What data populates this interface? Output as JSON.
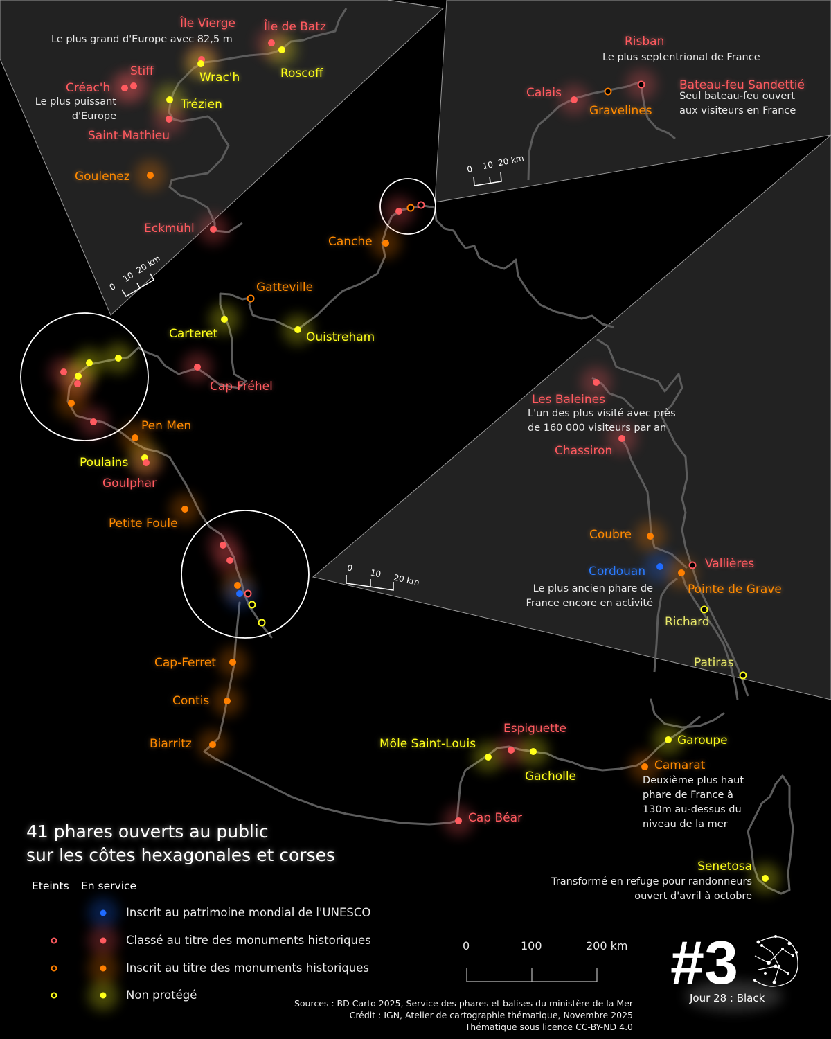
{
  "title": {
    "line1": "41 phares ouverts au public",
    "line2": "sur les côtes hexagonales et corses"
  },
  "colors": {
    "unesco": "#1f6bff",
    "classe": "#ff5a5f",
    "inscrit": "#ff8000",
    "non_protege": "#ffff1a",
    "inset_bg": "#222222",
    "coastline": "#5a5a5a"
  },
  "legend": {
    "col_off": "Eteints",
    "col_on": "En service",
    "items": [
      {
        "label": "Inscrit au patrimoine mondial de l'UNESCO",
        "key": "unesco",
        "has_off": false
      },
      {
        "label": "Classé au titre des monuments historiques",
        "key": "classe",
        "has_off": true
      },
      {
        "label": "Inscrit au titre des monuments historiques",
        "key": "inscrit",
        "has_off": true
      },
      {
        "label": "Non protégé",
        "key": "non_protege",
        "has_off": true
      }
    ]
  },
  "scale": {
    "ticks": [
      "0",
      "100",
      "200 km"
    ]
  },
  "inset_scale": {
    "ticks": [
      "0",
      "10",
      "20 km"
    ]
  },
  "lighthouses": {
    "brittany_inset": [
      {
        "name": "Île Vierge",
        "status": "classe",
        "active": true,
        "note": "Le plus grand d'Europe avec 82,5 m"
      },
      {
        "name": "Île de Batz",
        "status": "classe",
        "active": true
      },
      {
        "name": "Stiff",
        "status": "classe",
        "active": true
      },
      {
        "name": "Wrac'h",
        "status": "non_protege",
        "active": true
      },
      {
        "name": "Roscoff",
        "status": "non_protege",
        "active": true
      },
      {
        "name": "Créac'h",
        "status": "classe",
        "active": true,
        "note": "Le plus puissant d'Europe",
        "note_lines": [
          "Le plus puissant",
          "d'Europe"
        ]
      },
      {
        "name": "Trézien",
        "status": "non_protege",
        "active": true
      },
      {
        "name": "Saint-Mathieu",
        "status": "classe",
        "active": true
      },
      {
        "name": "Goulenez",
        "status": "inscrit",
        "active": true
      },
      {
        "name": "Eckmühl",
        "status": "classe",
        "active": true
      }
    ],
    "north_inset": [
      {
        "name": "Risban",
        "status": "classe",
        "active": true,
        "note": "Le plus septentrional de France"
      },
      {
        "name": "Calais",
        "status": "classe",
        "active": true
      },
      {
        "name": "Gravelines",
        "status": "inscrit",
        "active": false
      },
      {
        "name": "Bateau-feu Sandettié",
        "status": "classe",
        "active": false,
        "note": "Seul bateau-feu ouvert aux visiteurs en France",
        "note_lines": [
          "Seul bateau-feu ouvert",
          "aux visiteurs en France"
        ]
      }
    ],
    "main_map": [
      {
        "name": "Canche",
        "status": "inscrit",
        "active": true
      },
      {
        "name": "Gatteville",
        "status": "inscrit",
        "active": false
      },
      {
        "name": "Carteret",
        "status": "non_protege",
        "active": true
      },
      {
        "name": "Ouistreham",
        "status": "non_protege",
        "active": true
      },
      {
        "name": "Cap-Fréhel",
        "status": "classe",
        "active": true
      },
      {
        "name": "Pen Men",
        "status": "inscrit",
        "active": true
      },
      {
        "name": "Poulains",
        "status": "non_protege",
        "active": true
      },
      {
        "name": "Goulphar",
        "status": "classe",
        "active": true
      },
      {
        "name": "Petite Foule",
        "status": "inscrit",
        "active": true
      },
      {
        "name": "Cap-Ferret",
        "status": "inscrit",
        "active": true
      },
      {
        "name": "Contis",
        "status": "inscrit",
        "active": true
      },
      {
        "name": "Biarritz",
        "status": "inscrit",
        "active": true
      },
      {
        "name": "Môle Saint-Louis",
        "status": "non_protege",
        "active": true
      },
      {
        "name": "Espiguette",
        "status": "classe",
        "active": true
      },
      {
        "name": "Gacholle",
        "status": "non_protege",
        "active": true
      },
      {
        "name": "Cap Béar",
        "status": "classe",
        "active": true
      },
      {
        "name": "Garoupe",
        "status": "non_protege",
        "active": true
      },
      {
        "name": "Camarat",
        "status": "inscrit",
        "active": true,
        "note": "Deuxième plus haut phare de France à 130m au-dessus du niveau de la mer",
        "note_lines": [
          "Deuxième plus haut",
          "phare de France à",
          "130m au-dessus du",
          "niveau de la mer"
        ]
      },
      {
        "name": "Senetosa",
        "status": "non_protege",
        "active": true,
        "note": "Transformé en refuge pour randonneurs ouvert d'avril à octobre",
        "note_lines": [
          "Transformé en refuge pour randonneurs",
          "ouvert d'avril à octobre"
        ]
      }
    ],
    "gironde_inset": [
      {
        "name": "Les Baleines",
        "status": "classe",
        "active": true,
        "note": "L'un des plus visité avec près de 160 000 visiteurs par an",
        "note_lines": [
          "L'un des plus visité avec près",
          "de 160 000 visiteurs par an"
        ]
      },
      {
        "name": "Chassiron",
        "status": "classe",
        "active": true
      },
      {
        "name": "Coubre",
        "status": "inscrit",
        "active": true
      },
      {
        "name": "Vallières",
        "status": "classe",
        "active": false
      },
      {
        "name": "Cordouan",
        "status": "unesco",
        "active": true,
        "note": "Le plus ancien phare de France encore en activité",
        "note_lines": [
          "Le plus ancien phare de",
          "France encore en activité"
        ]
      },
      {
        "name": "Pointe de Grave",
        "status": "inscrit",
        "active": true
      },
      {
        "name": "Richard",
        "status": "non_protege",
        "active": false
      },
      {
        "name": "Patiras",
        "status": "non_protege",
        "active": false
      }
    ]
  },
  "credits": {
    "sources": "Sources : BD Carto 2025, Service des phares et balises du ministère de la Mer",
    "credit": "Crédit : IGN, Atelier de cartographie thématique, Novembre 2025",
    "licence": "Thématique sous licence CC-BY-ND 4.0"
  },
  "badge": {
    "number": "#3",
    "subtitle": "Jour 28 : Black"
  }
}
